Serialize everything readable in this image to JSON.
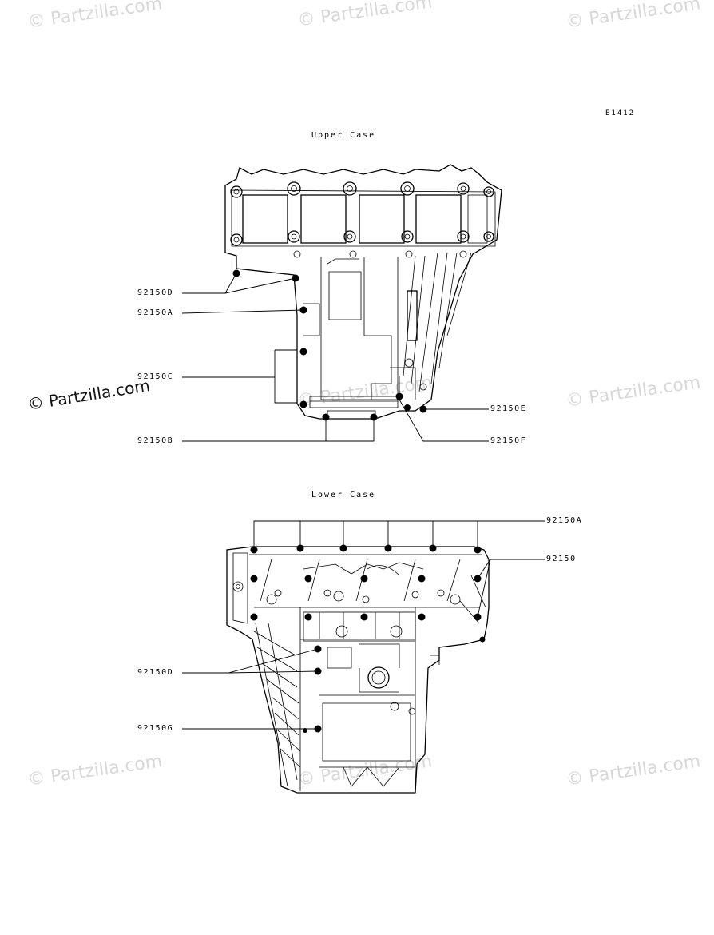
{
  "watermark": "© Partzilla.com",
  "diagram_code": "E1412",
  "sections": {
    "upper": {
      "title": "Upper Case",
      "labels": {
        "d": "92150D",
        "a": "92150A",
        "c": "92150C",
        "b": "92150B",
        "e": "92150E",
        "f": "92150F"
      }
    },
    "lower": {
      "title": "Lower Case",
      "labels": {
        "a": "92150A",
        "plain": "92150",
        "d": "92150D",
        "g": "92150G"
      }
    }
  }
}
